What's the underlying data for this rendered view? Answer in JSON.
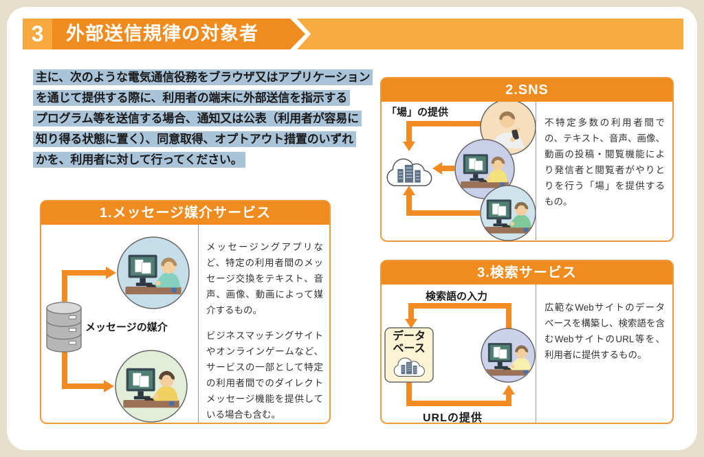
{
  "header": {
    "number": "3",
    "title": "外部送信規律の対象者"
  },
  "intro": {
    "lines": [
      "主に、次のような電気通信役務をブラウザ又はアプリケーション",
      "を通じて提供する際に、利用者の端末に外部送信を指示する",
      "プログラム等を送信する場合、通知又は公表（利用者が容易に",
      "知り得る状態に置く）、同意取得、オプトアウト措置のいずれ",
      "かを、利用者に対して行ってください。"
    ]
  },
  "boxes": {
    "box1": {
      "title": "1.メッセージ媒介サービス",
      "diagram_label": "メッセージの媒介",
      "paragraphs": [
        "メッセージングアプリなど、特定の利用者間のメッセージ交換をテキスト、音声、画像、動画によって媒介するもの。",
        "ビジネスマッチングサイトやオンラインゲームなど、サービスの一部として特定の利用者間でのダイレクトメッセージ機能を提供している場合も含む。"
      ]
    },
    "box2": {
      "title": "2.SNS",
      "diagram_label": "「場」の提供",
      "paragraph": "不特定多数の利用者間での、テキスト、音声、画像、動画の投稿・閲覧機能により発信者と閲覧者がやりとりを行う「場」を提供するもの。"
    },
    "box3": {
      "title": "3.検索サービス",
      "label_input": "検索語の入力",
      "db_line1": "データ",
      "db_line2": "ベース",
      "label_output": "URLの提供",
      "paragraph": "広範なWebサイトのデータベースを構築し、検索語を含むWebサイトのURL等を、利用者に提供するもの。"
    }
  },
  "colors": {
    "background": "#e5decb",
    "accent_dark": "#f08c1f",
    "accent_light": "#f7a93f",
    "box_border": "#f0993a",
    "highlight": "#a9c3d8",
    "arrow": "#f18a21",
    "divider": "#999999"
  }
}
